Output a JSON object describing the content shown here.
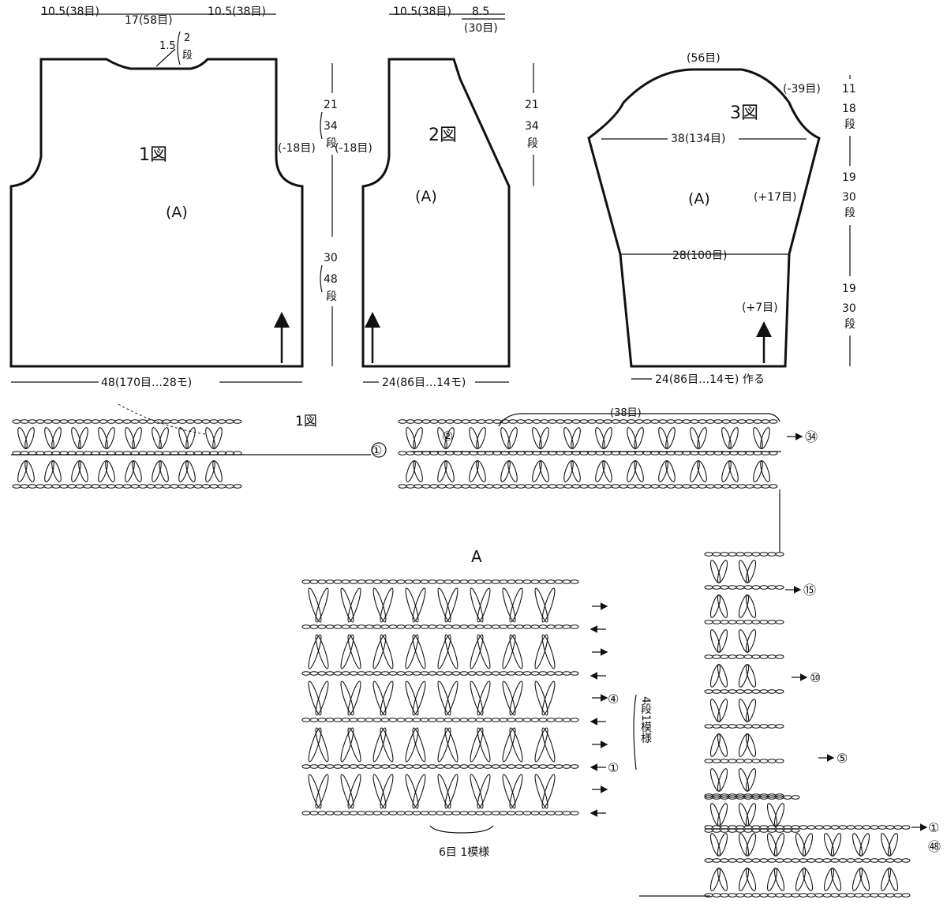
{
  "piece1": {
    "top_left": "10.5(38目)",
    "top_mid": "17(58目)",
    "top_right": "10.5(38目)",
    "neck_w": "1.5",
    "neck_rows_num": "2",
    "neck_rows_unit": "段",
    "dec_label": "(-18目)",
    "fig_label": "1図",
    "pattern": "(A)",
    "bottom": "48(170目…28モ)"
  },
  "dim_upper": {
    "cm": "21",
    "rows": "34",
    "unit": "段"
  },
  "dim_lower": {
    "cm": "30",
    "rows": "48",
    "unit": "段"
  },
  "piece2": {
    "top_left": "10.5(38目)",
    "top_right": "8.5",
    "top_right_sts": "(30目)",
    "dec_label": "(-18目)",
    "fig_label": "2図",
    "pattern": "(A)",
    "bottom": "24(86目…14モ)",
    "side_cm": "21",
    "side_rows": "34",
    "side_unit": "段"
  },
  "piece3": {
    "top": "(56目)",
    "cap_dec": "(-39目)",
    "fig_label": "3図",
    "upper_width": "38(134目)",
    "pattern": "(A)",
    "inc1": "(+17目)",
    "mid_width": "28(100目)",
    "inc2": "(+7目)",
    "bottom": "24(86目…14モ) 作る",
    "dim_a": {
      "cm": "11",
      "rows": "18",
      "unit": "段"
    },
    "dim_b": {
      "cm": "19",
      "rows": "30",
      "unit": "段"
    },
    "dim_c": {
      "cm": "19",
      "rows": "30",
      "unit": "段"
    }
  },
  "chart1": {
    "title": "1図",
    "span": "(38目)",
    "row_markers": [
      "①",
      "②",
      "㉞"
    ]
  },
  "chartA": {
    "title": "A",
    "row_markers": [
      "④",
      "①"
    ],
    "repeat_rows": "4段1模様",
    "repeat_sts": "6目 1模様"
  },
  "chart2": {
    "row_markers": [
      "⑮",
      "⑩",
      "⑤",
      "①",
      "㊽"
    ]
  },
  "colors": {
    "ink": "#111111",
    "paper": "#ffffff"
  }
}
